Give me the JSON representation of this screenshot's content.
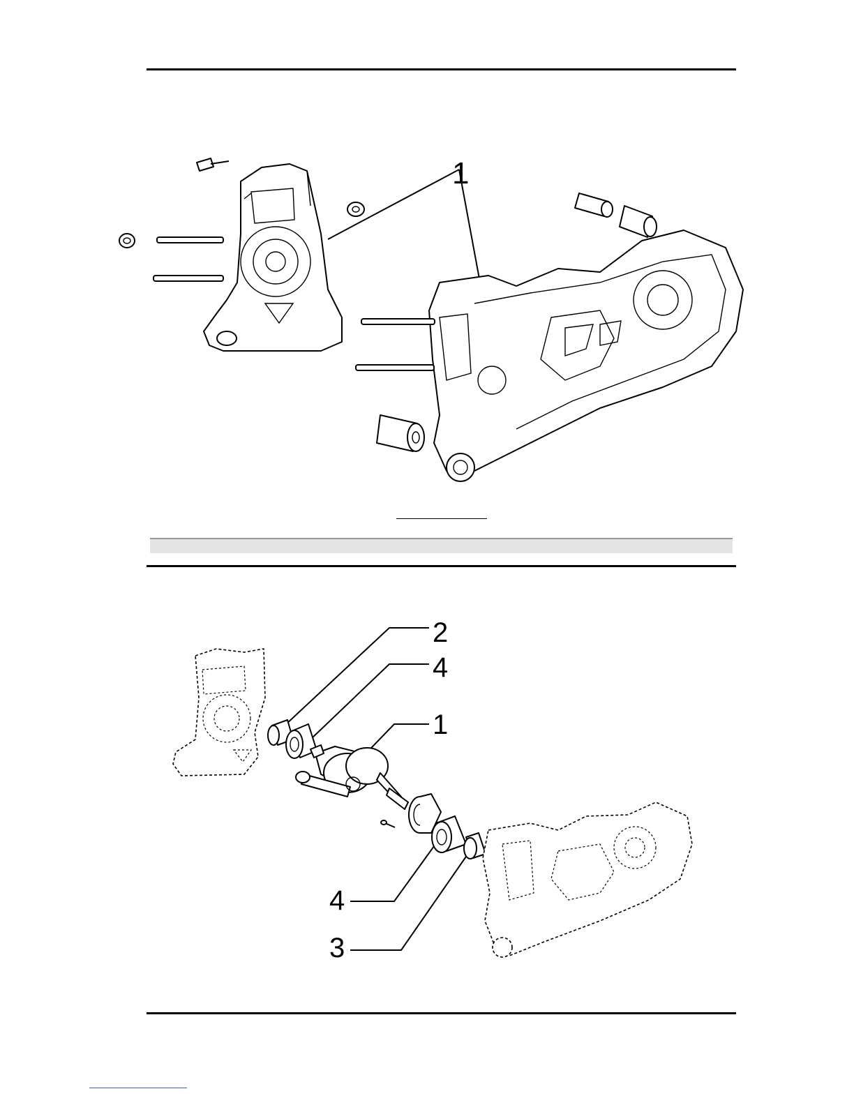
{
  "figure_top": {
    "callouts": [
      {
        "label": "1"
      }
    ]
  },
  "figure_bottom": {
    "callouts": [
      {
        "label": "2"
      },
      {
        "label": "4"
      },
      {
        "label": "1"
      },
      {
        "label": "4"
      },
      {
        "label": "3"
      }
    ]
  }
}
